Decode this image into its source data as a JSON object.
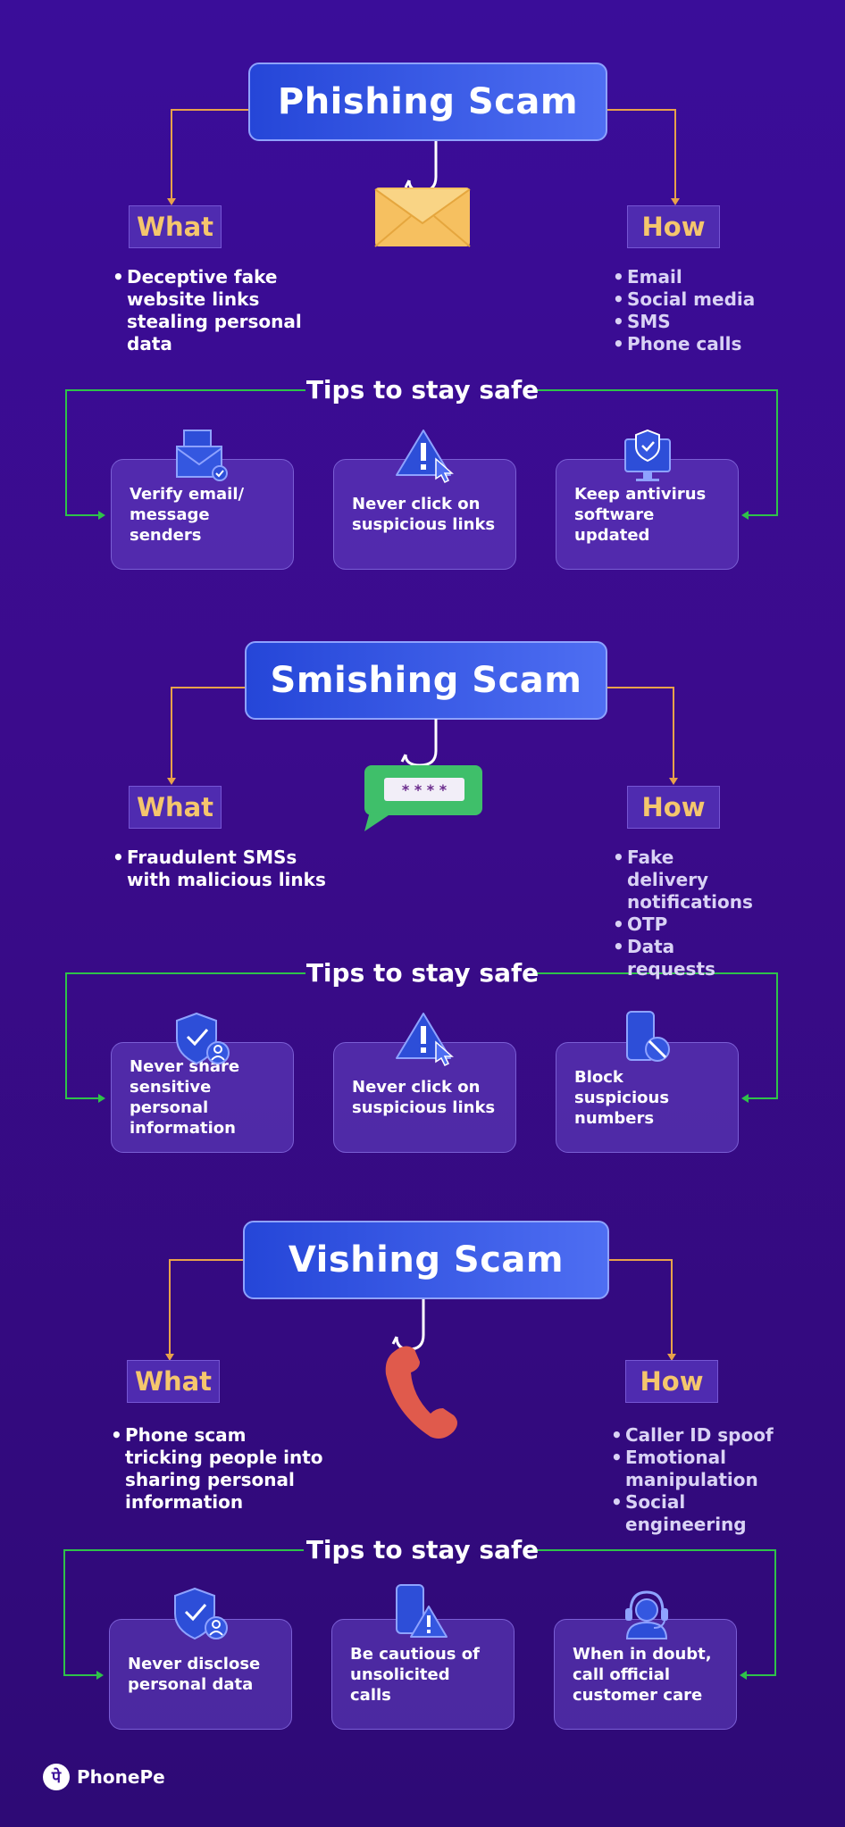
{
  "sections": [
    {
      "title": "Phishing Scam",
      "what_label": "What",
      "how_label": "How",
      "what_items": [
        "Deceptive fake website links stealing personal data"
      ],
      "how_items": [
        "Email",
        "Social media",
        "SMS",
        "Phone calls"
      ],
      "tips_title": "Tips to stay safe",
      "tips": [
        "Verify email/ message senders",
        "Never click on suspicious links",
        "Keep antivirus software updated"
      ]
    },
    {
      "title": "Smishing Scam",
      "what_label": "What",
      "how_label": "How",
      "what_items": [
        "Fraudulent SMSs with malicious links"
      ],
      "how_items": [
        "Fake delivery notifications",
        "OTP",
        "Data requests"
      ],
      "otp_mask": "* * * *",
      "tips_title": "Tips to stay safe",
      "tips": [
        "Never share sensitive personal information",
        "Never click on suspicious links",
        "Block suspicious numbers"
      ]
    },
    {
      "title": "Vishing Scam",
      "what_label": "What",
      "how_label": "How",
      "what_items": [
        "Phone scam tricking people into sharing personal information"
      ],
      "how_items": [
        "Caller ID spoof",
        "Emotional manipulation",
        "Social engineering"
      ],
      "tips_title": "Tips to stay safe",
      "tips": [
        "Never disclose personal data",
        "Be cautious of unsolicited calls",
        "When in doubt, call official customer care"
      ]
    }
  ],
  "brand": {
    "name": "PhonePe",
    "mark": "पे"
  },
  "colors": {
    "orange_connector": "#e8a24a",
    "green_connector": "#2fc24a",
    "label_text": "#f5c66d"
  },
  "icons": {
    "phishing": "envelope-hook-icon",
    "smishing": "sms-bubble-hook-icon",
    "vishing": "phone-handset-hook-icon"
  }
}
